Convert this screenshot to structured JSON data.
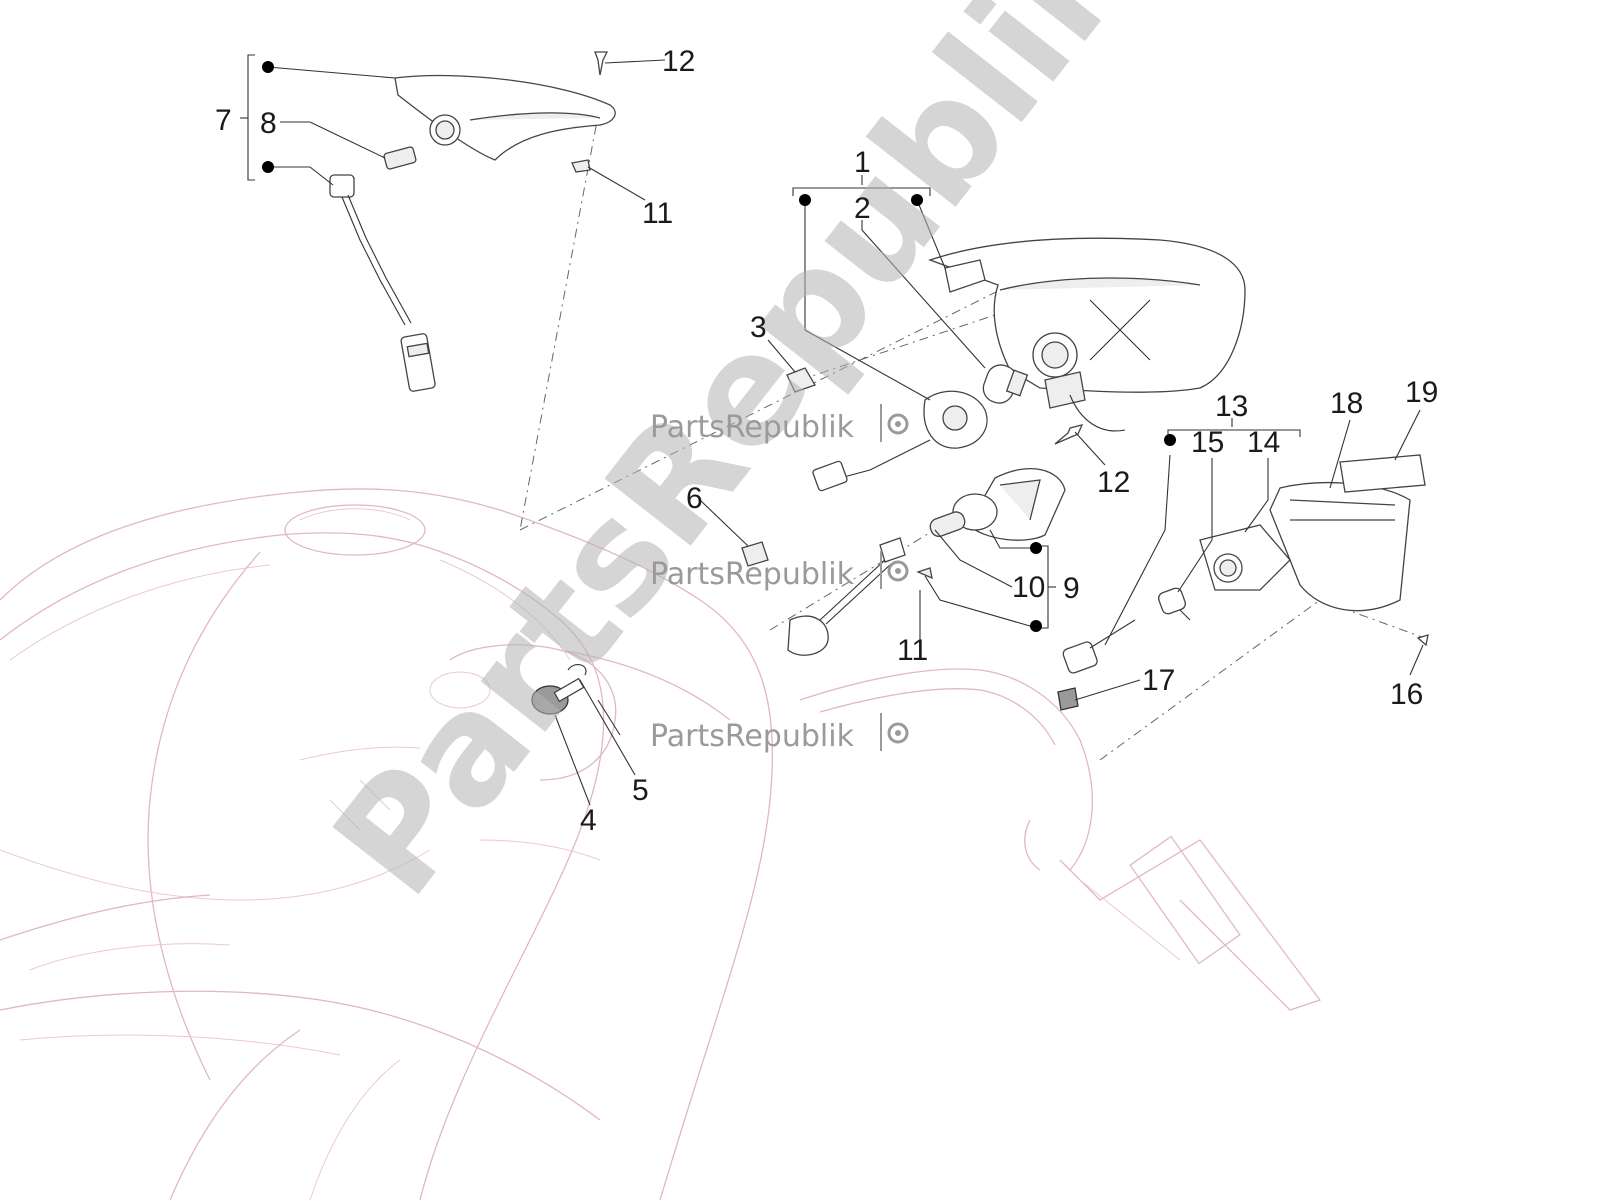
{
  "diagram": {
    "watermarks": {
      "brand_text": "PartsRepublik",
      "big_text": "PartsRepublik"
    },
    "callouts": [
      {
        "id": "1",
        "text": "1"
      },
      {
        "id": "2",
        "text": "2"
      },
      {
        "id": "3",
        "text": "3"
      },
      {
        "id": "4",
        "text": "4"
      },
      {
        "id": "5",
        "text": "5"
      },
      {
        "id": "6",
        "text": "6"
      },
      {
        "id": "7",
        "text": "7"
      },
      {
        "id": "8",
        "text": "8"
      },
      {
        "id": "9",
        "text": "9"
      },
      {
        "id": "10",
        "text": "10"
      },
      {
        "id": "11a",
        "text": "11"
      },
      {
        "id": "11b",
        "text": "11"
      },
      {
        "id": "12a",
        "text": "12"
      },
      {
        "id": "12b",
        "text": "12"
      },
      {
        "id": "13",
        "text": "13"
      },
      {
        "id": "14",
        "text": "14"
      },
      {
        "id": "15",
        "text": "15"
      },
      {
        "id": "16",
        "text": "16"
      },
      {
        "id": "17",
        "text": "17"
      },
      {
        "id": "18",
        "text": "18"
      },
      {
        "id": "19",
        "text": "19"
      }
    ],
    "colors": {
      "body_outline": "#e2b8bd",
      "leader_line": "#333333",
      "watermark": "#9a9a9a",
      "bullet": "#000000"
    },
    "icons": {
      "brand_logo": "gear-icon"
    }
  }
}
